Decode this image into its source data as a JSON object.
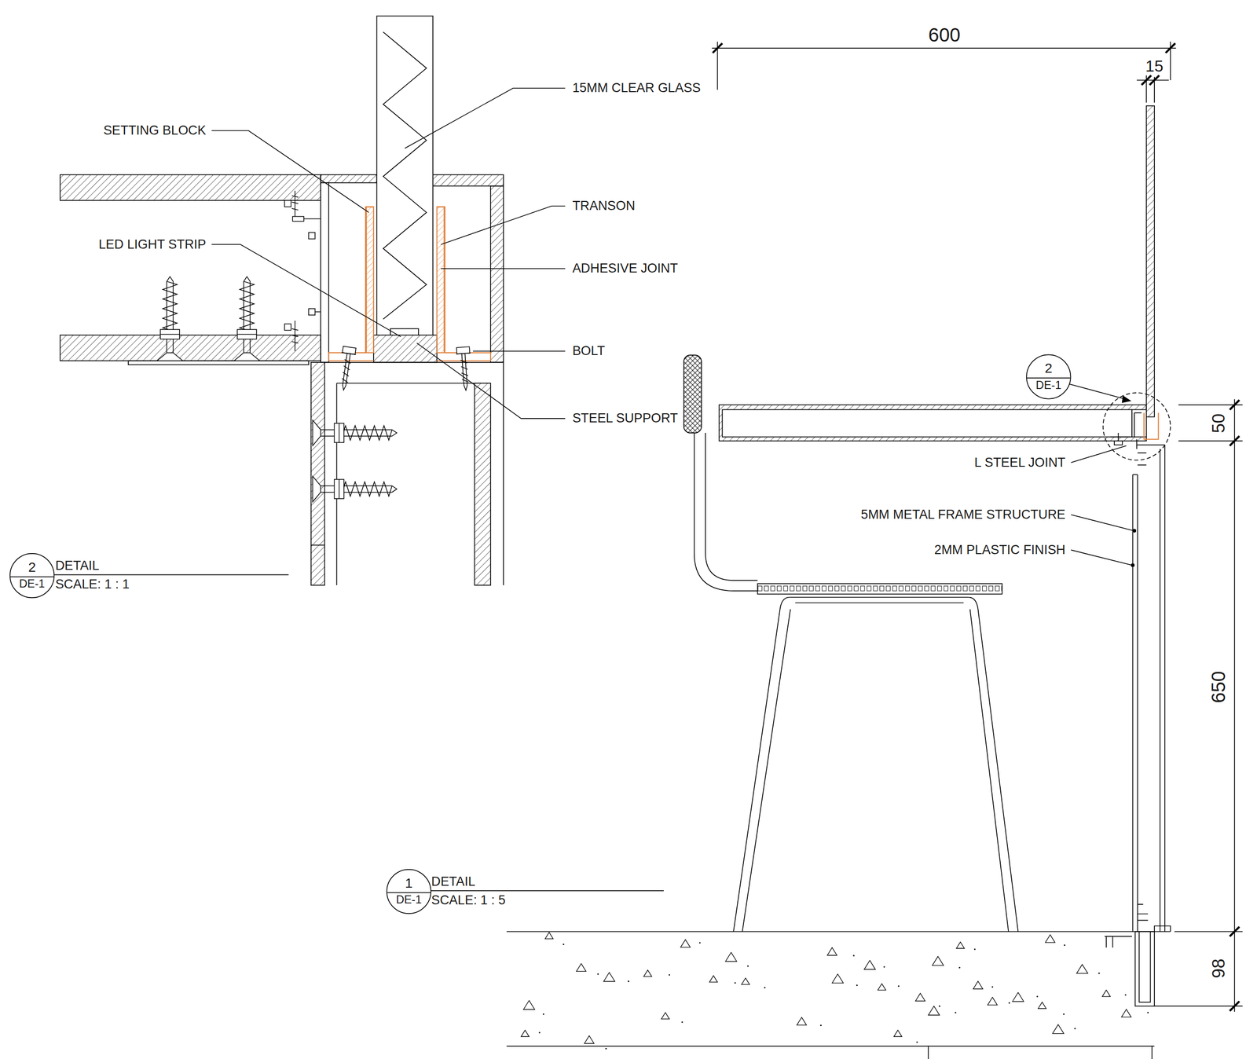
{
  "diagram": {
    "nodes": [
      {
        "text": [
          "2",
          "DE-1"
        ]
      },
      {
        "text": [
          "2",
          "DE-1"
        ]
      },
      {
        "text": [
          "1",
          "DE-1"
        ]
      }
    ],
    "labels": [
      "15MM CLEAR GLASS",
      "SETTING BLOCK",
      "TRANSON",
      "LED LIGHT STRIP",
      "ADHESIVE JOINT",
      "BOLT",
      "STEEL SUPPORT",
      "DETAIL",
      "SCALE: 1 : 1",
      "600",
      "15",
      "50",
      "L STEEL JOINT",
      "5MM METAL FRAME STRUCTURE",
      "2MM PLASTIC FINISH",
      "650",
      "DETAIL",
      "SCALE: 1 : 5",
      "98"
    ]
  }
}
